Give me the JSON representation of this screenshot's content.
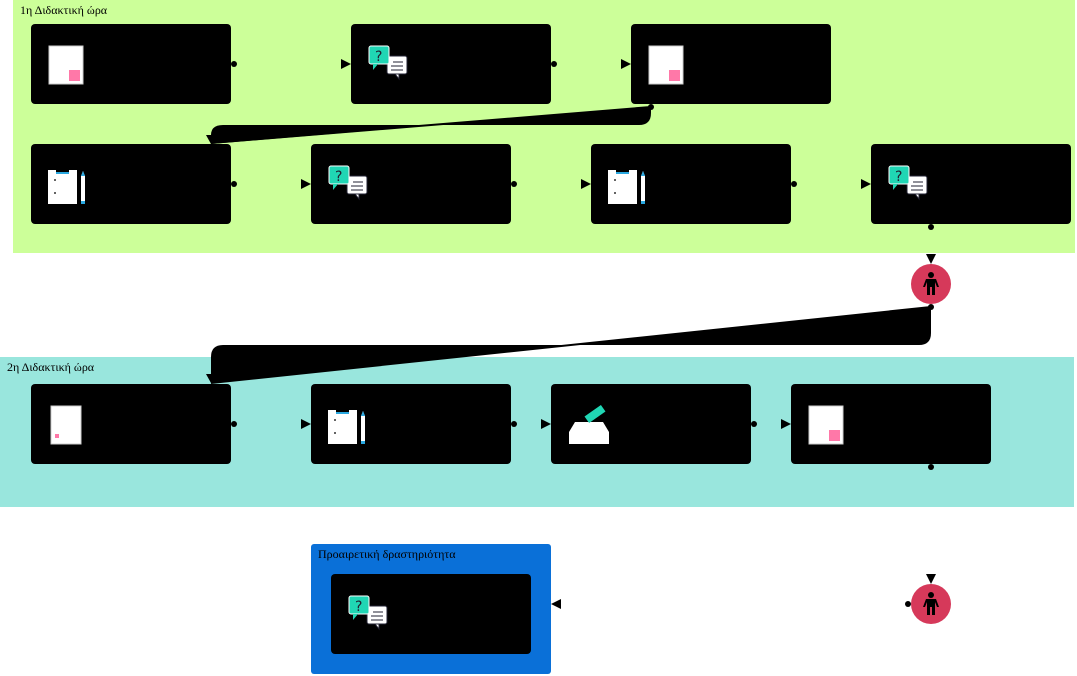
{
  "groups": [
    {
      "label": "1η Διδακτική ώρα",
      "color": "#ccff99"
    },
    {
      "label": "2η Διδακτική ώρα",
      "color": "#99e6dd"
    },
    {
      "label": "Προαιρετική δραστηριότητα",
      "color": "#0a70d8"
    }
  ],
  "colors": {
    "card": "#000000",
    "person": "#d6395a",
    "accent_pink": "#ff78a8",
    "accent_teal": "#20d6b4"
  }
}
